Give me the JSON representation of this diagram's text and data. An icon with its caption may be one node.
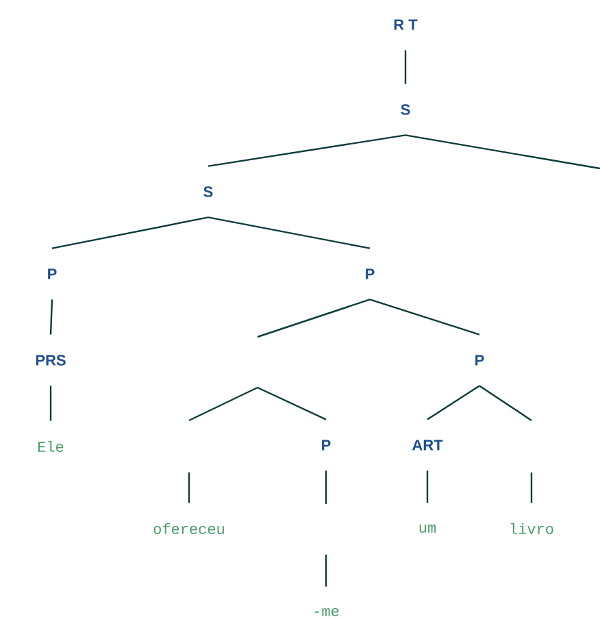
{
  "diagram": {
    "nodes": [
      {
        "text": [
          "R T"
        ]
      },
      {
        "text": [
          "S"
        ]
      },
      {
        "text": [
          "S"
        ]
      },
      {
        "text": [
          "P"
        ]
      },
      {
        "text": [
          "P"
        ]
      },
      {
        "text": [
          "PRS"
        ]
      },
      {
        "text": [
          "Ele"
        ]
      },
      {
        "text": [
          "P"
        ]
      },
      {
        "text": [
          "P"
        ]
      },
      {
        "text": [
          "ART"
        ]
      },
      {
        "text": [
          "ofereceu"
        ]
      },
      {
        "text": [
          "um"
        ]
      },
      {
        "text": [
          "livro"
        ]
      },
      {
        "text": [
          "-me"
        ]
      }
    ],
    "edges": [
      {
        "from": 0,
        "to": 1,
        "arrow": "none"
      },
      {
        "from": 1,
        "to": 2,
        "arrow": "none"
      },
      {
        "from": 1,
        "to": null,
        "arrow": "none"
      },
      {
        "from": 2,
        "to": 3,
        "arrow": "none"
      },
      {
        "from": 2,
        "to": 4,
        "arrow": "none"
      },
      {
        "from": 3,
        "to": 5,
        "arrow": "none"
      },
      {
        "from": 5,
        "to": 6,
        "arrow": "none"
      },
      {
        "from": 4,
        "to": null,
        "arrow": "none"
      },
      {
        "from": 4,
        "to": 7,
        "arrow": "none"
      },
      {
        "from": null,
        "to": 8,
        "arrow": "none"
      },
      {
        "from": 7,
        "to": 9,
        "arrow": "none"
      },
      {
        "from": 7,
        "to": null,
        "arrow": "none"
      },
      {
        "from": null,
        "to": 10,
        "arrow": "none"
      },
      {
        "from": 8,
        "to": null,
        "arrow": "none"
      },
      {
        "from": 9,
        "to": 11,
        "arrow": "none"
      },
      {
        "from": null,
        "to": 12,
        "arrow": "none"
      },
      {
        "from": null,
        "to": 13,
        "arrow": "none"
      }
    ]
  }
}
